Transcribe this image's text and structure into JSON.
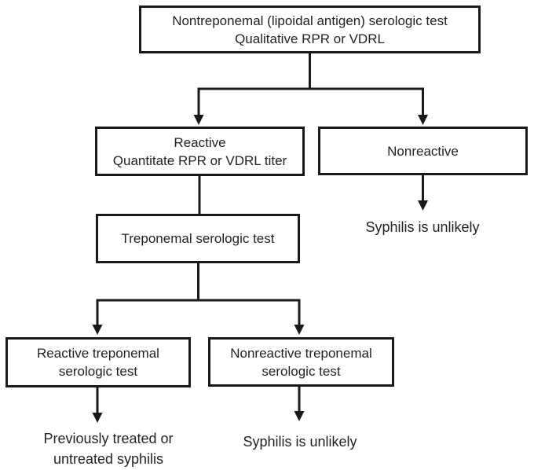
{
  "nodes": {
    "nontreponemal": {
      "line1": "Nontreponemal (lipoidal antigen) serologic test",
      "line2": "Qualitative RPR or VDRL"
    },
    "reactive": {
      "line1": "Reactive",
      "line2": "Quantitate RPR or VDRL titer"
    },
    "nonreactive": {
      "line1": "Nonreactive"
    },
    "treponemal": {
      "line1": "Treponemal serologic test"
    },
    "reactive_treponemal": {
      "line1": "Reactive treponemal",
      "line2": "serologic test"
    },
    "nonreactive_treponemal": {
      "line1": "Nonreactive treponemal",
      "line2": "serologic test"
    }
  },
  "outcomes": {
    "nonreactive_outcome": {
      "line1": "Syphilis is unlikely"
    },
    "reactive_treponemal_outcome": {
      "line1": "Previously treated or",
      "line2": "untreated syphilis"
    },
    "nonreactive_treponemal_outcome": {
      "line1": "Syphilis is unlikely"
    }
  },
  "colors": {
    "line": "#1a1a1a",
    "text": "#231f20",
    "background": "#ffffff"
  }
}
